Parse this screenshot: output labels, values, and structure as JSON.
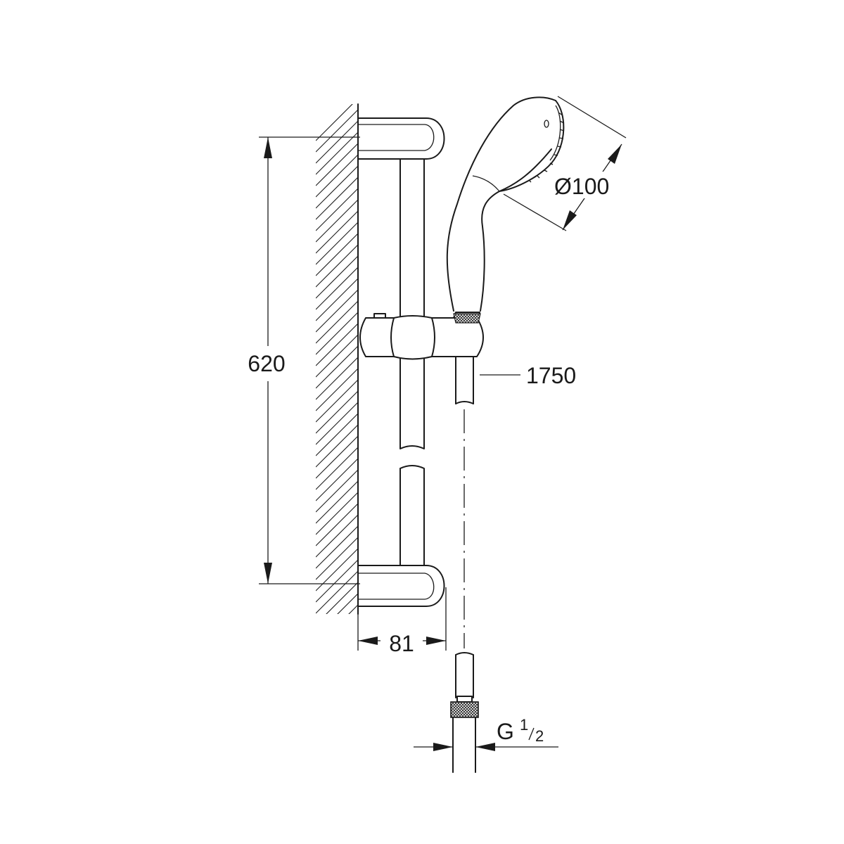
{
  "dimensions": {
    "height": "620",
    "projection": "81",
    "hose_length": "1750",
    "head_diameter": "Ø100",
    "thread": {
      "prefix": "G",
      "numerator": "1",
      "denominator": "2"
    }
  }
}
